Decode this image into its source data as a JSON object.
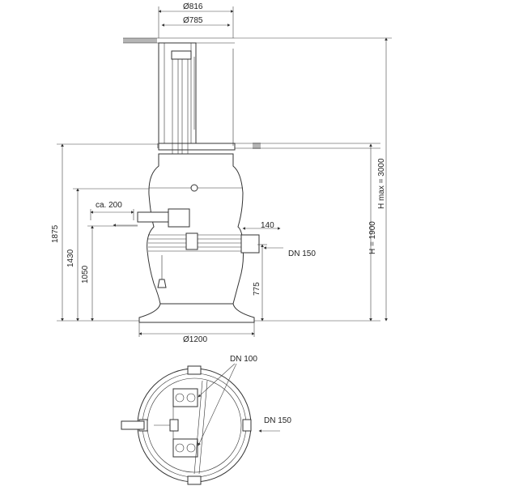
{
  "labels": {
    "d816": "Ø816",
    "d785": "Ø785",
    "d1200": "Ø1200",
    "h1875": "1875",
    "h1430": "1430",
    "h1050": "1050",
    "h775": "775",
    "ca200": "ca. 200",
    "w140": "140",
    "dn150_side": "DN 150",
    "dn150_top": "DN 150",
    "dn100": "DN 100",
    "h1900": "H = 1900",
    "hmax": "H max = 3000"
  },
  "colors": {
    "line": "#333333",
    "ground": "#b5b5b5"
  }
}
